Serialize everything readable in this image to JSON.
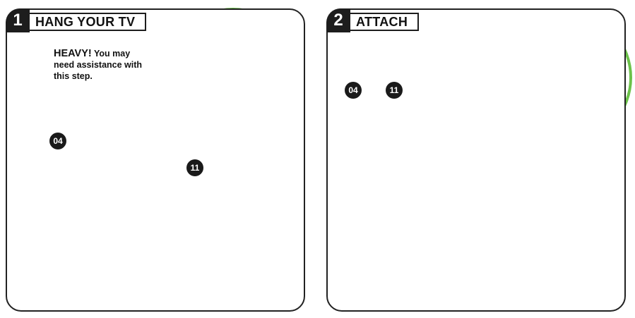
{
  "steps": [
    {
      "number": "1",
      "title": "HANG YOUR TV",
      "warning": {
        "emphasis": "HEAVY!",
        "text": "You may need assistance with this step."
      },
      "part_labels": [
        "04",
        "11"
      ]
    },
    {
      "number": "2",
      "title": "ATTACH",
      "part_labels": [
        "04",
        "11"
      ]
    }
  ],
  "icons": [
    "two-person-lift-icon",
    "ear-listen-icon",
    "down-arrow-icon"
  ],
  "colors": {
    "accent_green": "#6cc24a",
    "outline": "#1d1d1d",
    "screen_gray": "#e2e2e2"
  }
}
